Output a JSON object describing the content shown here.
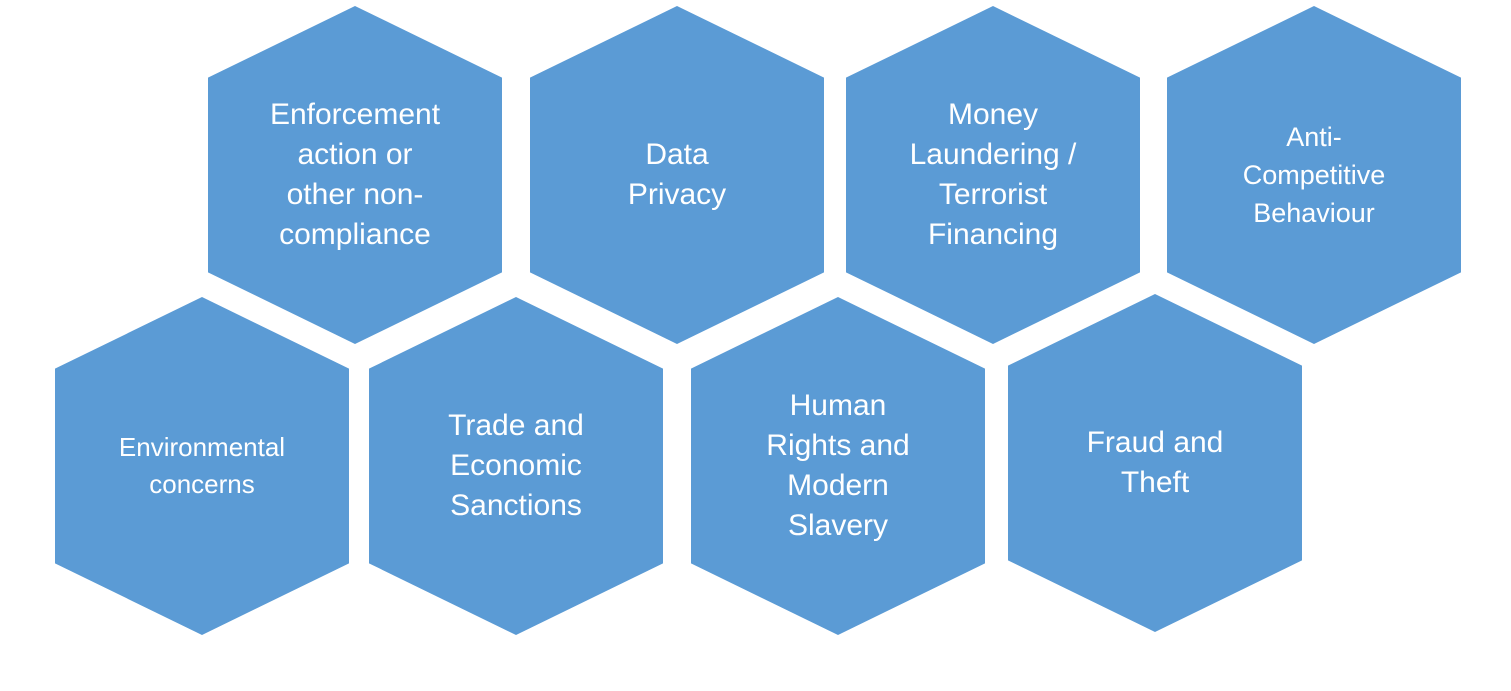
{
  "diagram": {
    "hexagons": [
      {
        "id": "enforcement",
        "lines": [
          "Enforcement",
          "action or",
          "other non-",
          "compliance"
        ]
      },
      {
        "id": "data-privacy",
        "lines": [
          "Data",
          "Privacy"
        ]
      },
      {
        "id": "money-laundering",
        "lines": [
          "Money",
          "Laundering /",
          "Terrorist",
          "Financing"
        ]
      },
      {
        "id": "anti-competitive",
        "lines": [
          "Anti-",
          "Competitive",
          "Behaviour"
        ]
      },
      {
        "id": "environmental",
        "lines": [
          "Environmental",
          "concerns"
        ]
      },
      {
        "id": "trade-sanctions",
        "lines": [
          "Trade and",
          "Economic",
          "Sanctions"
        ]
      },
      {
        "id": "human-rights",
        "lines": [
          "Human",
          "Rights and",
          "Modern",
          "Slavery"
        ]
      },
      {
        "id": "fraud-theft",
        "lines": [
          "Fraud and",
          "Theft"
        ]
      }
    ],
    "colors": {
      "hex_fill": "#5b9bd5",
      "text": "#ffffff",
      "background": "#ffffff"
    }
  }
}
